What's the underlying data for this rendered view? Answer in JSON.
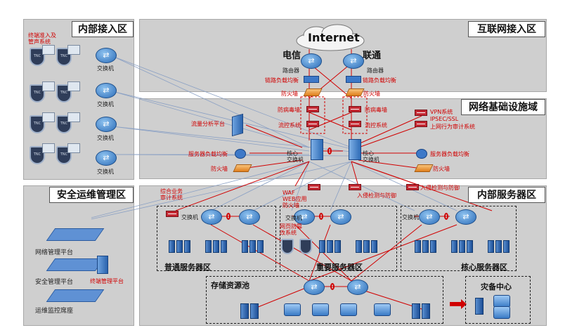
{
  "zones": {
    "internal_access": "内部接入区",
    "internet_access": "互联网接入区",
    "infrastructure": "网络基础设施域",
    "security_ops": "安全运维管理区",
    "internal_server": "内部服务器区"
  },
  "internet": {
    "cloud": "Internet",
    "telecom": "电信",
    "unicom": "联通",
    "router": "路由器",
    "link_lb": "链路负载均衡",
    "firewall": "防火墙"
  },
  "access": {
    "terminal_system": "终端准入及\n管声系统",
    "switch": "交换机",
    "tnc": "TNC"
  },
  "infra": {
    "antivirus": "防病毒墙",
    "flow_control": "流控系统",
    "traffic_analysis": "流量分析平台",
    "vpn": "VPN系统",
    "ipsec": "IPSEC/SSL",
    "behavior_audit": "上网行为审计系统",
    "core_switch": "核心\n交换机",
    "server_lb": "服务器负载均衡",
    "firewall": "防火墙"
  },
  "server": {
    "ips": "入侵检测与防御",
    "ips2": "入侵检测与防御",
    "waf": "WAF\nWEB应用\n防火墙",
    "audit": "综合业务\n审计系统",
    "web_tamper": "网页防篡\n改系统",
    "switch": "交换机",
    "normal": "普通服务器区",
    "important": "重要服务器区",
    "core": "核心服务器区",
    "storage": "存储资源池",
    "dr": "灾备中心"
  },
  "secops": {
    "net_mgmt": "网络管理平台",
    "sec_mgmt": "安全管理平台",
    "terminal_mgmt": "终端管理平台",
    "ops_monitor": "运维监控席座"
  }
}
